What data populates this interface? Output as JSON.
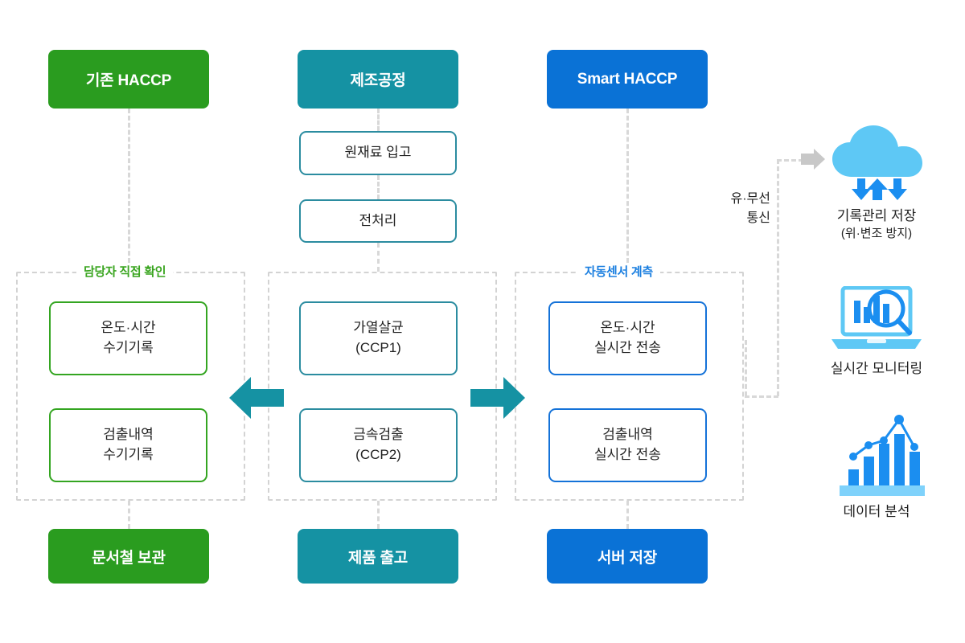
{
  "diagram": {
    "title": "Smart HACCP comparison flow",
    "colors": {
      "green": "#2a9c1f",
      "teal": "#1592a3",
      "blue": "#0a72d6",
      "green_outline": "#34a521",
      "teal_outline": "#2b8ca0",
      "blue_outline": "#1472d8",
      "dashed_gray": "#d3d3d3",
      "cloud_light": "#5ec8f5",
      "cloud_arrow": "#1b8ef0",
      "arrow_teal": "#1592a3"
    },
    "columns": {
      "legacy": {
        "header": "기존 HACCP"
      },
      "process": {
        "header": "제조공정"
      },
      "smart": {
        "header": "Smart HACCP"
      }
    },
    "process_steps": [
      {
        "label": "원재료 입고"
      },
      {
        "label": "전처리"
      }
    ],
    "groups": {
      "legacy": {
        "label": "담당자 직접 확인"
      },
      "process": {
        "label": ""
      },
      "smart": {
        "label": "자동센서 계측"
      }
    },
    "legacy_items": [
      {
        "line1": "온도·시간",
        "line2": "수기기록"
      },
      {
        "line1": "검출내역",
        "line2": "수기기록"
      }
    ],
    "ccp_items": [
      {
        "line1": "가열살균",
        "line2": "(CCP1)"
      },
      {
        "line1": "금속검출",
        "line2": "(CCP2)"
      }
    ],
    "smart_items": [
      {
        "line1": "온도·시간",
        "line2": "실시간 전송"
      },
      {
        "line1": "검출내역",
        "line2": "실시간 전송"
      }
    ],
    "footers": {
      "legacy": "문서철 보관",
      "process": "제품 출고",
      "smart": "서버 저장"
    },
    "comm_label": {
      "line1": "유·무선",
      "line2": "통신"
    },
    "right_icons": [
      {
        "icon": "cloud-sync-icon",
        "caption": "기록관리 저장",
        "sub": "(위·변조 방지)"
      },
      {
        "icon": "laptop-chart-magnifier-icon",
        "caption": "실시간 모니터링",
        "sub": ""
      },
      {
        "icon": "bar-line-chart-icon",
        "caption": "데이터 분석",
        "sub": ""
      }
    ],
    "arrows": {
      "left": "arrow-left-to-legacy",
      "right": "arrow-right-to-smart",
      "cloud": "arrow-right-dashed-to-cloud"
    }
  }
}
